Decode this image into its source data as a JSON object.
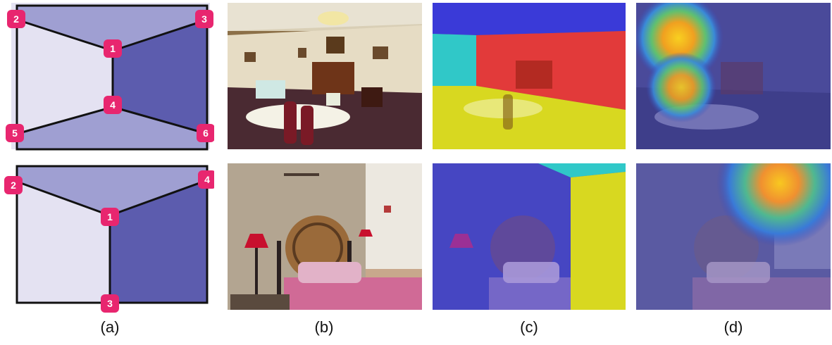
{
  "captions": {
    "a": "(a)",
    "b": "(b)",
    "c": "(c)",
    "d": "(d)"
  },
  "layout_top": {
    "keypoints": [
      "1",
      "2",
      "3",
      "4",
      "5",
      "6"
    ]
  },
  "layout_bottom": {
    "keypoints": [
      "1",
      "2",
      "3",
      "4"
    ]
  },
  "colors": {
    "keypoint_marker": "#e8266f",
    "wall_light": "#e4e2f2",
    "wall_mid": "#9f9fd2",
    "wall_dark": "#5c5cae",
    "seg_blue": "#3a3ad8",
    "seg_red": "#e23a3a",
    "seg_yellow": "#d8d820",
    "seg_cyan": "#30c8c8"
  }
}
